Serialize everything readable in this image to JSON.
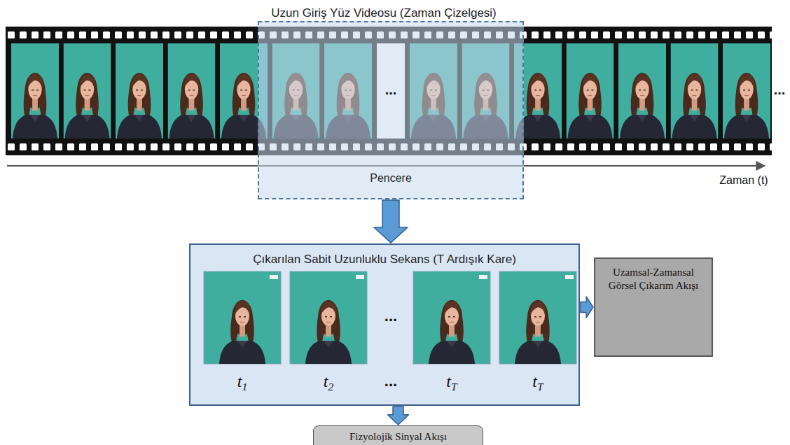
{
  "diagram": {
    "title": "Uzun Giriş Yüz Videosu (Zaman Çizelgesi)",
    "nodes": [
      {
        "text": [
          "Pencere"
        ]
      },
      {
        "text": [
          "Çıkarılan Sabit Uzunluklu Sekans (T Ardışık Kare)"
        ]
      },
      {
        "text": [
          "Uzamsal-Zamansal Görsel Çıkarım Akışı"
        ]
      },
      {
        "text": [
          "Fizyolojik Sinyal Akışı"
        ]
      }
    ],
    "edges": [
      {
        "from": 0,
        "to": 1,
        "arrow": "to"
      },
      {
        "from": 1,
        "to": 2,
        "arrow": "to"
      },
      {
        "from": 1,
        "to": 3,
        "arrow": "to"
      }
    ],
    "labels": [
      "...",
      "...",
      "Zaman (t)",
      "...",
      "t1",
      "t2",
      "...",
      "tT",
      "tT"
    ]
  }
}
